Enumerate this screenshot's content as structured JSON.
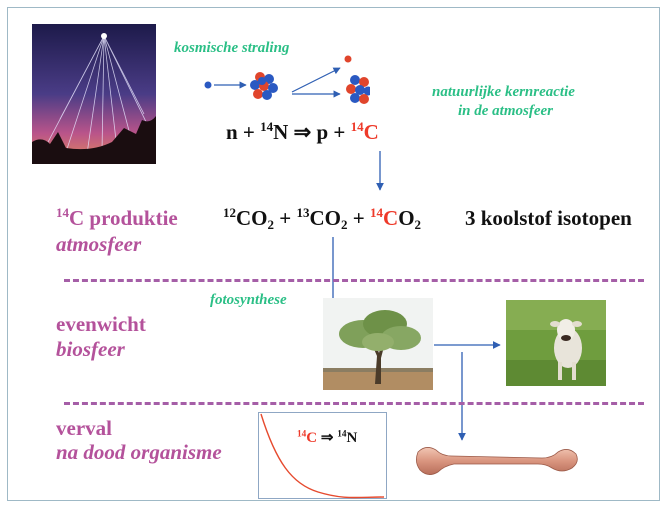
{
  "labels": {
    "kosmische_straling": "kosmische straling",
    "natuurlijke_line1": "natuurlijke kernreactie",
    "natuurlijke_line2": "in de atmosfeer",
    "fotosynthese": "fotosynthese",
    "koolstof_isotopen": "3 koolstof isotopen"
  },
  "reaction": {
    "n": "n + ",
    "n14_mass": "14",
    "n14_symbol": "N",
    "arrow_p": " ⇒ p + ",
    "c14_mass": "14",
    "c14_symbol": "C"
  },
  "co2": {
    "c12_mass": "12",
    "c12_text": "CO",
    "c12_sub": "2",
    "plus1": " + ",
    "c13_mass": "13",
    "c13_text": "CO",
    "c13_sub": "2",
    "plus2": " + ",
    "c14_mass": "14",
    "c14_text": "C",
    "c14_o": "O",
    "c14_sub": "2"
  },
  "rows": {
    "row1_mass": "14",
    "row1_line1": "C produktie",
    "row1_line2": "atmosfeer",
    "row2_line1": "evenwicht",
    "row2_line2": "biosfeer",
    "row3_line1": "verval",
    "row3_line2": "na dood organisme"
  },
  "decay": {
    "c14_mass": "14",
    "c14_symbol": "C",
    "arrow": " ⇒ ",
    "n14_mass": "14",
    "n14_symbol": "N"
  },
  "colors": {
    "green": "#2bbf86",
    "pink": "#b4529b",
    "red": "#ee3a2a",
    "arrow_blue": "#2f5fb3",
    "neutron_blue": "#2a59c2",
    "proton_red": "#e0452c"
  }
}
